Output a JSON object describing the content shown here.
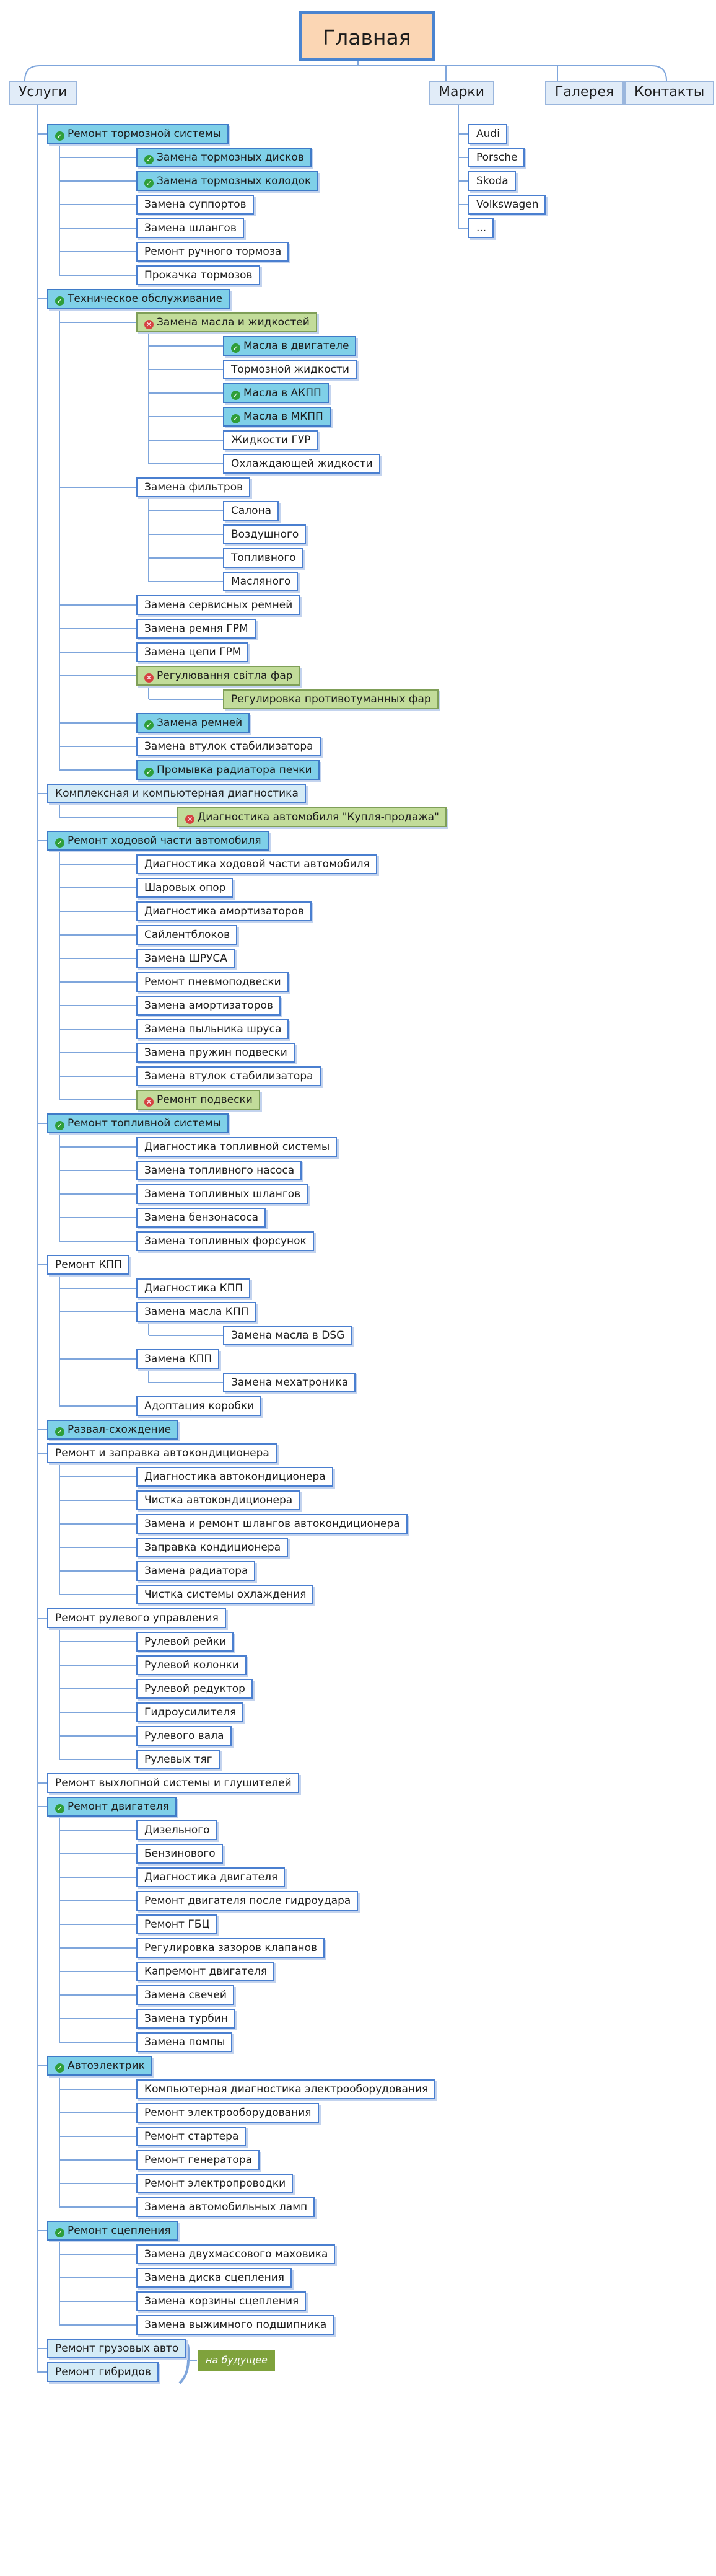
{
  "root": "Главная",
  "top": {
    "services": "Услуги",
    "brands": "Марки",
    "gallery": "Галерея",
    "contacts": "Контакты"
  },
  "brands": [
    "Audi",
    "Porsche",
    "Skoda",
    "Volkswagen",
    "..."
  ],
  "note": "на будущее",
  "services": [
    {
      "label": "Ремонт тормозной системы",
      "s": "blue",
      "icon": "check",
      "children": [
        {
          "label": "Замена тормозных дисков",
          "s": "blue",
          "icon": "check"
        },
        {
          "label": "Замена тормозных колодок",
          "s": "blue",
          "icon": "check"
        },
        {
          "label": "Замена суппортов"
        },
        {
          "label": "Замена шлангов"
        },
        {
          "label": "Ремонт ручного тормоза"
        },
        {
          "label": "Прокачка тормозов"
        }
      ]
    },
    {
      "label": "Техническое обслуживание",
      "s": "blue",
      "icon": "check",
      "children": [
        {
          "label": "Замена масла и жидкостей",
          "s": "green",
          "icon": "cross",
          "children": [
            {
              "label": "Масла в двигателе",
              "s": "blue",
              "icon": "check"
            },
            {
              "label": "Тормозной жидкости"
            },
            {
              "label": "Масла в АКПП",
              "s": "blue",
              "icon": "check"
            },
            {
              "label": "Масла в МКПП",
              "s": "blue",
              "icon": "check"
            },
            {
              "label": "Жидкости ГУР"
            },
            {
              "label": "Охлаждающей жидкости"
            }
          ]
        },
        {
          "label": "Замена фильтров",
          "children": [
            {
              "label": "Салона"
            },
            {
              "label": "Воздушного"
            },
            {
              "label": "Топливного"
            },
            {
              "label": "Масляного"
            }
          ]
        },
        {
          "label": "Замена сервисных ремней"
        },
        {
          "label": "Замена ремня ГРМ"
        },
        {
          "label": "Замена цепи ГРМ"
        },
        {
          "label": "Регулювання світла фар",
          "s": "green",
          "icon": "cross",
          "children": [
            {
              "label": "Регулировка противотуманных фар",
              "s": "green"
            }
          ]
        },
        {
          "label": "Замена ремней",
          "s": "blue",
          "icon": "check"
        },
        {
          "label": "Замена втулок стабилизатора"
        },
        {
          "label": "Промывка радиатора печки",
          "s": "blue",
          "icon": "check"
        }
      ]
    },
    {
      "label": "Комплексная и компьютерная диагностика",
      "s": "hl",
      "children": [
        {
          "label": "Диагностика автомобиля \"Купля-продажа\"",
          "s": "green",
          "icon": "cross"
        }
      ]
    },
    {
      "label": "Ремонт ходовой части автомобиля",
      "s": "blue",
      "icon": "check",
      "children": [
        {
          "label": "Диагностика ходовой части автомобиля"
        },
        {
          "label": "Шаровых опор"
        },
        {
          "label": "Диагностика амортизаторов"
        },
        {
          "label": "Сайлентблоков"
        },
        {
          "label": "Замена ШРУСА"
        },
        {
          "label": "Ремонт пневмоподвески"
        },
        {
          "label": "Замена амортизаторов"
        },
        {
          "label": "Замена пыльника шруса"
        },
        {
          "label": "Замена пружин подвески"
        },
        {
          "label": "Замена втулок стабилизатора"
        },
        {
          "label": "Ремонт подвески",
          "s": "green",
          "icon": "cross"
        }
      ]
    },
    {
      "label": "Ремонт топливной системы",
      "s": "blue",
      "icon": "check",
      "children": [
        {
          "label": "Диагностика топливной системы"
        },
        {
          "label": "Замена топливного насоса"
        },
        {
          "label": "Замена топливных шлангов"
        },
        {
          "label": "Замена бензонасоса"
        },
        {
          "label": "Замена топливных форсунок"
        }
      ]
    },
    {
      "label": "Ремонт КПП",
      "children": [
        {
          "label": "Диагностика КПП"
        },
        {
          "label": "Замена масла КПП",
          "children": [
            {
              "label": "Замена масла в DSG"
            }
          ]
        },
        {
          "label": "Замена КПП",
          "children": [
            {
              "label": "Замена мехатроника"
            }
          ]
        },
        {
          "label": "Адоптация коробки"
        }
      ]
    },
    {
      "label": "Развал-схождение",
      "s": "blue",
      "icon": "check"
    },
    {
      "label": "Ремонт и заправка автокондиционера",
      "children": [
        {
          "label": "Диагностика автокондиционера"
        },
        {
          "label": "Чистка автокондиционера"
        },
        {
          "label": "Замена и ремонт шлангов автокондиционера"
        },
        {
          "label": "Заправка кондиционера"
        },
        {
          "label": "Замена радиатора"
        },
        {
          "label": "Чистка системы охлаждения"
        }
      ]
    },
    {
      "label": "Ремонт рулевого управления",
      "children": [
        {
          "label": "Рулевой рейки"
        },
        {
          "label": "Рулевой колонки"
        },
        {
          "label": "Рулевой редуктор"
        },
        {
          "label": "Гидроусилителя"
        },
        {
          "label": "Рулевого вала"
        },
        {
          "label": "Рулевых тяг"
        }
      ]
    },
    {
      "label": "Ремонт выхлопной системы и глушителей"
    },
    {
      "label": "Ремонт двигателя",
      "s": "blue",
      "icon": "check",
      "children": [
        {
          "label": "Дизельного"
        },
        {
          "label": "Бензинового"
        },
        {
          "label": "Диагностика двигателя"
        },
        {
          "label": "Ремонт двигателя после гидроудара"
        },
        {
          "label": "Ремонт ГБЦ"
        },
        {
          "label": "Регулировка зазоров клапанов"
        },
        {
          "label": "Капремонт двигателя"
        },
        {
          "label": "Замена свечей"
        },
        {
          "label": "Замена турбин"
        },
        {
          "label": "Замена помпы"
        }
      ]
    },
    {
      "label": "Автоэлектрик",
      "s": "blue",
      "icon": "check",
      "children": [
        {
          "label": "Компьютерная диагностика электрооборудования"
        },
        {
          "label": "Ремонт электрооборудования"
        },
        {
          "label": "Ремонт стартера"
        },
        {
          "label": "Ремонт генератора"
        },
        {
          "label": "Ремонт электропроводки"
        },
        {
          "label": "Замена автомобильных ламп"
        }
      ]
    },
    {
      "label": "Ремонт сцепления",
      "s": "blue",
      "icon": "check",
      "children": [
        {
          "label": "Замена двухмассового маховика"
        },
        {
          "label": "Замена диска сцепления"
        },
        {
          "label": "Замена корзины сцепления"
        },
        {
          "label": "Замена выжимного подшипника"
        }
      ]
    },
    {
      "label": "Ремонт грузовых авто",
      "s": "hl"
    },
    {
      "label": "Ремонт гибридов",
      "s": "hl"
    }
  ]
}
